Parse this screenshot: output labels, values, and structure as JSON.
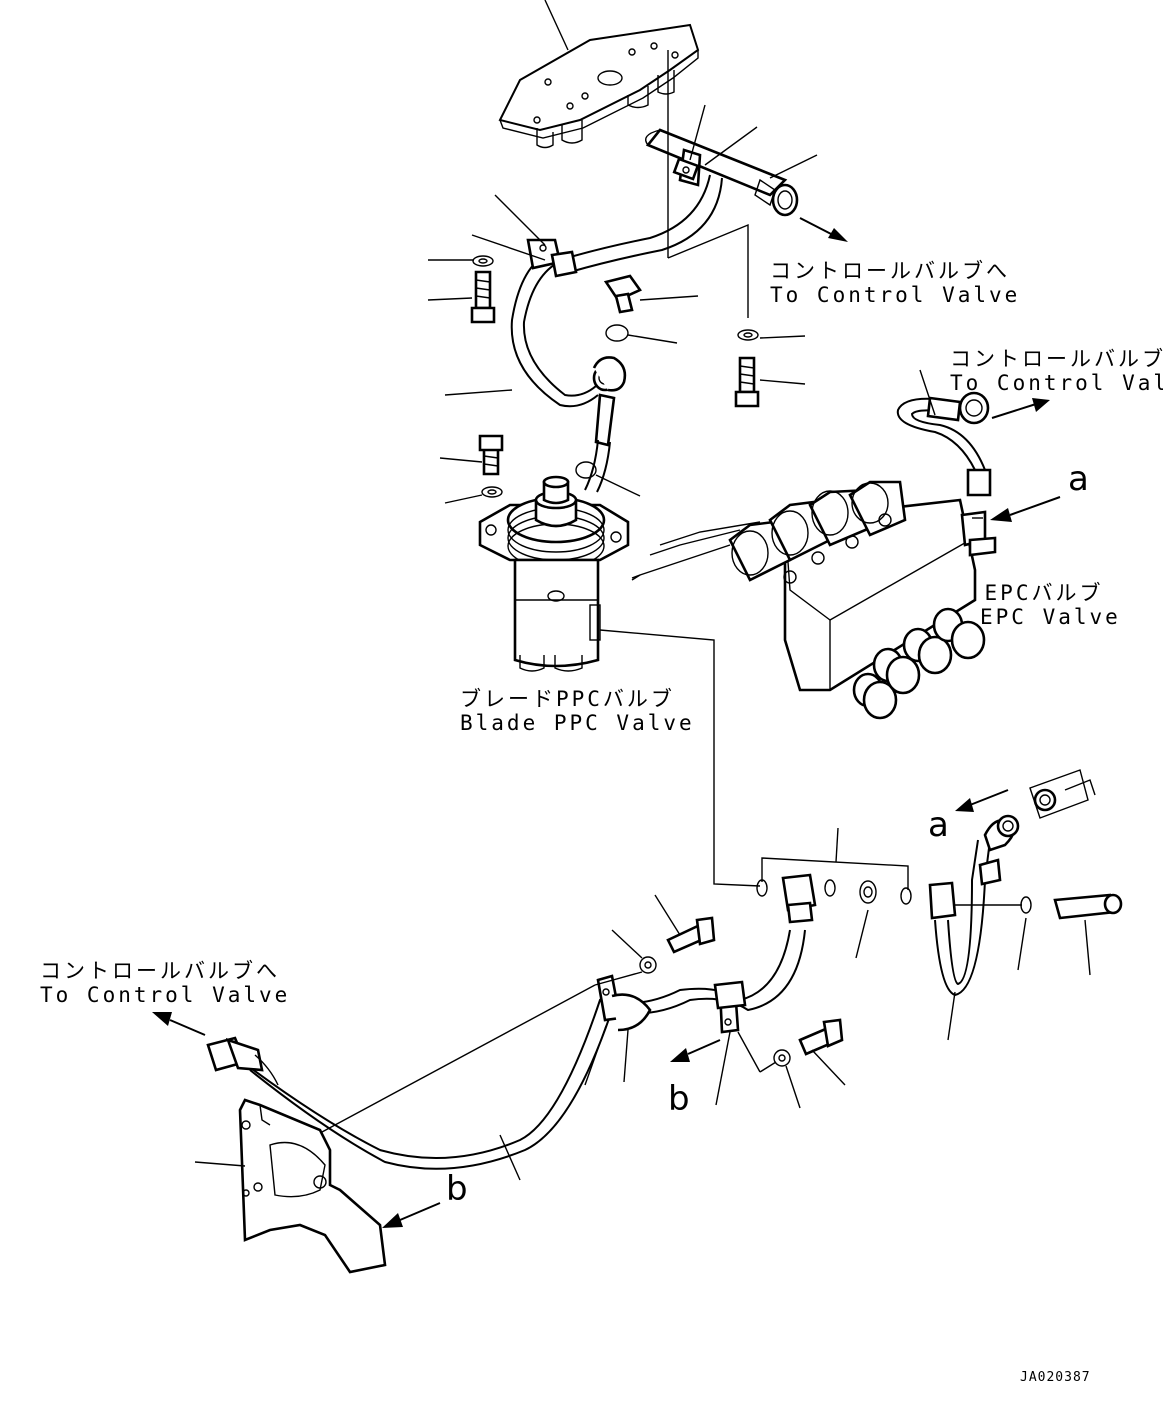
{
  "labels": {
    "control_valve_1_jp": "コントロールバルブへ",
    "control_valve_1_en": "To Control Valve",
    "control_valve_2_jp": "コントロールバルブへ",
    "control_valve_2_en": "To Control Valve",
    "control_valve_3_jp": "コントロールバルブへ",
    "control_valve_3_en": "To Control Valve",
    "epc_valve_jp": "EPCバルブ",
    "epc_valve_en": "EPC Valve",
    "blade_ppc_jp": "ブレードPPCバルブ",
    "blade_ppc_en": "Blade PPC Valve",
    "ref_a_top": "a",
    "ref_a_bottom": "a",
    "ref_b_mid": "b",
    "ref_b_bottom": "b",
    "drawing_code": "JA020387"
  }
}
